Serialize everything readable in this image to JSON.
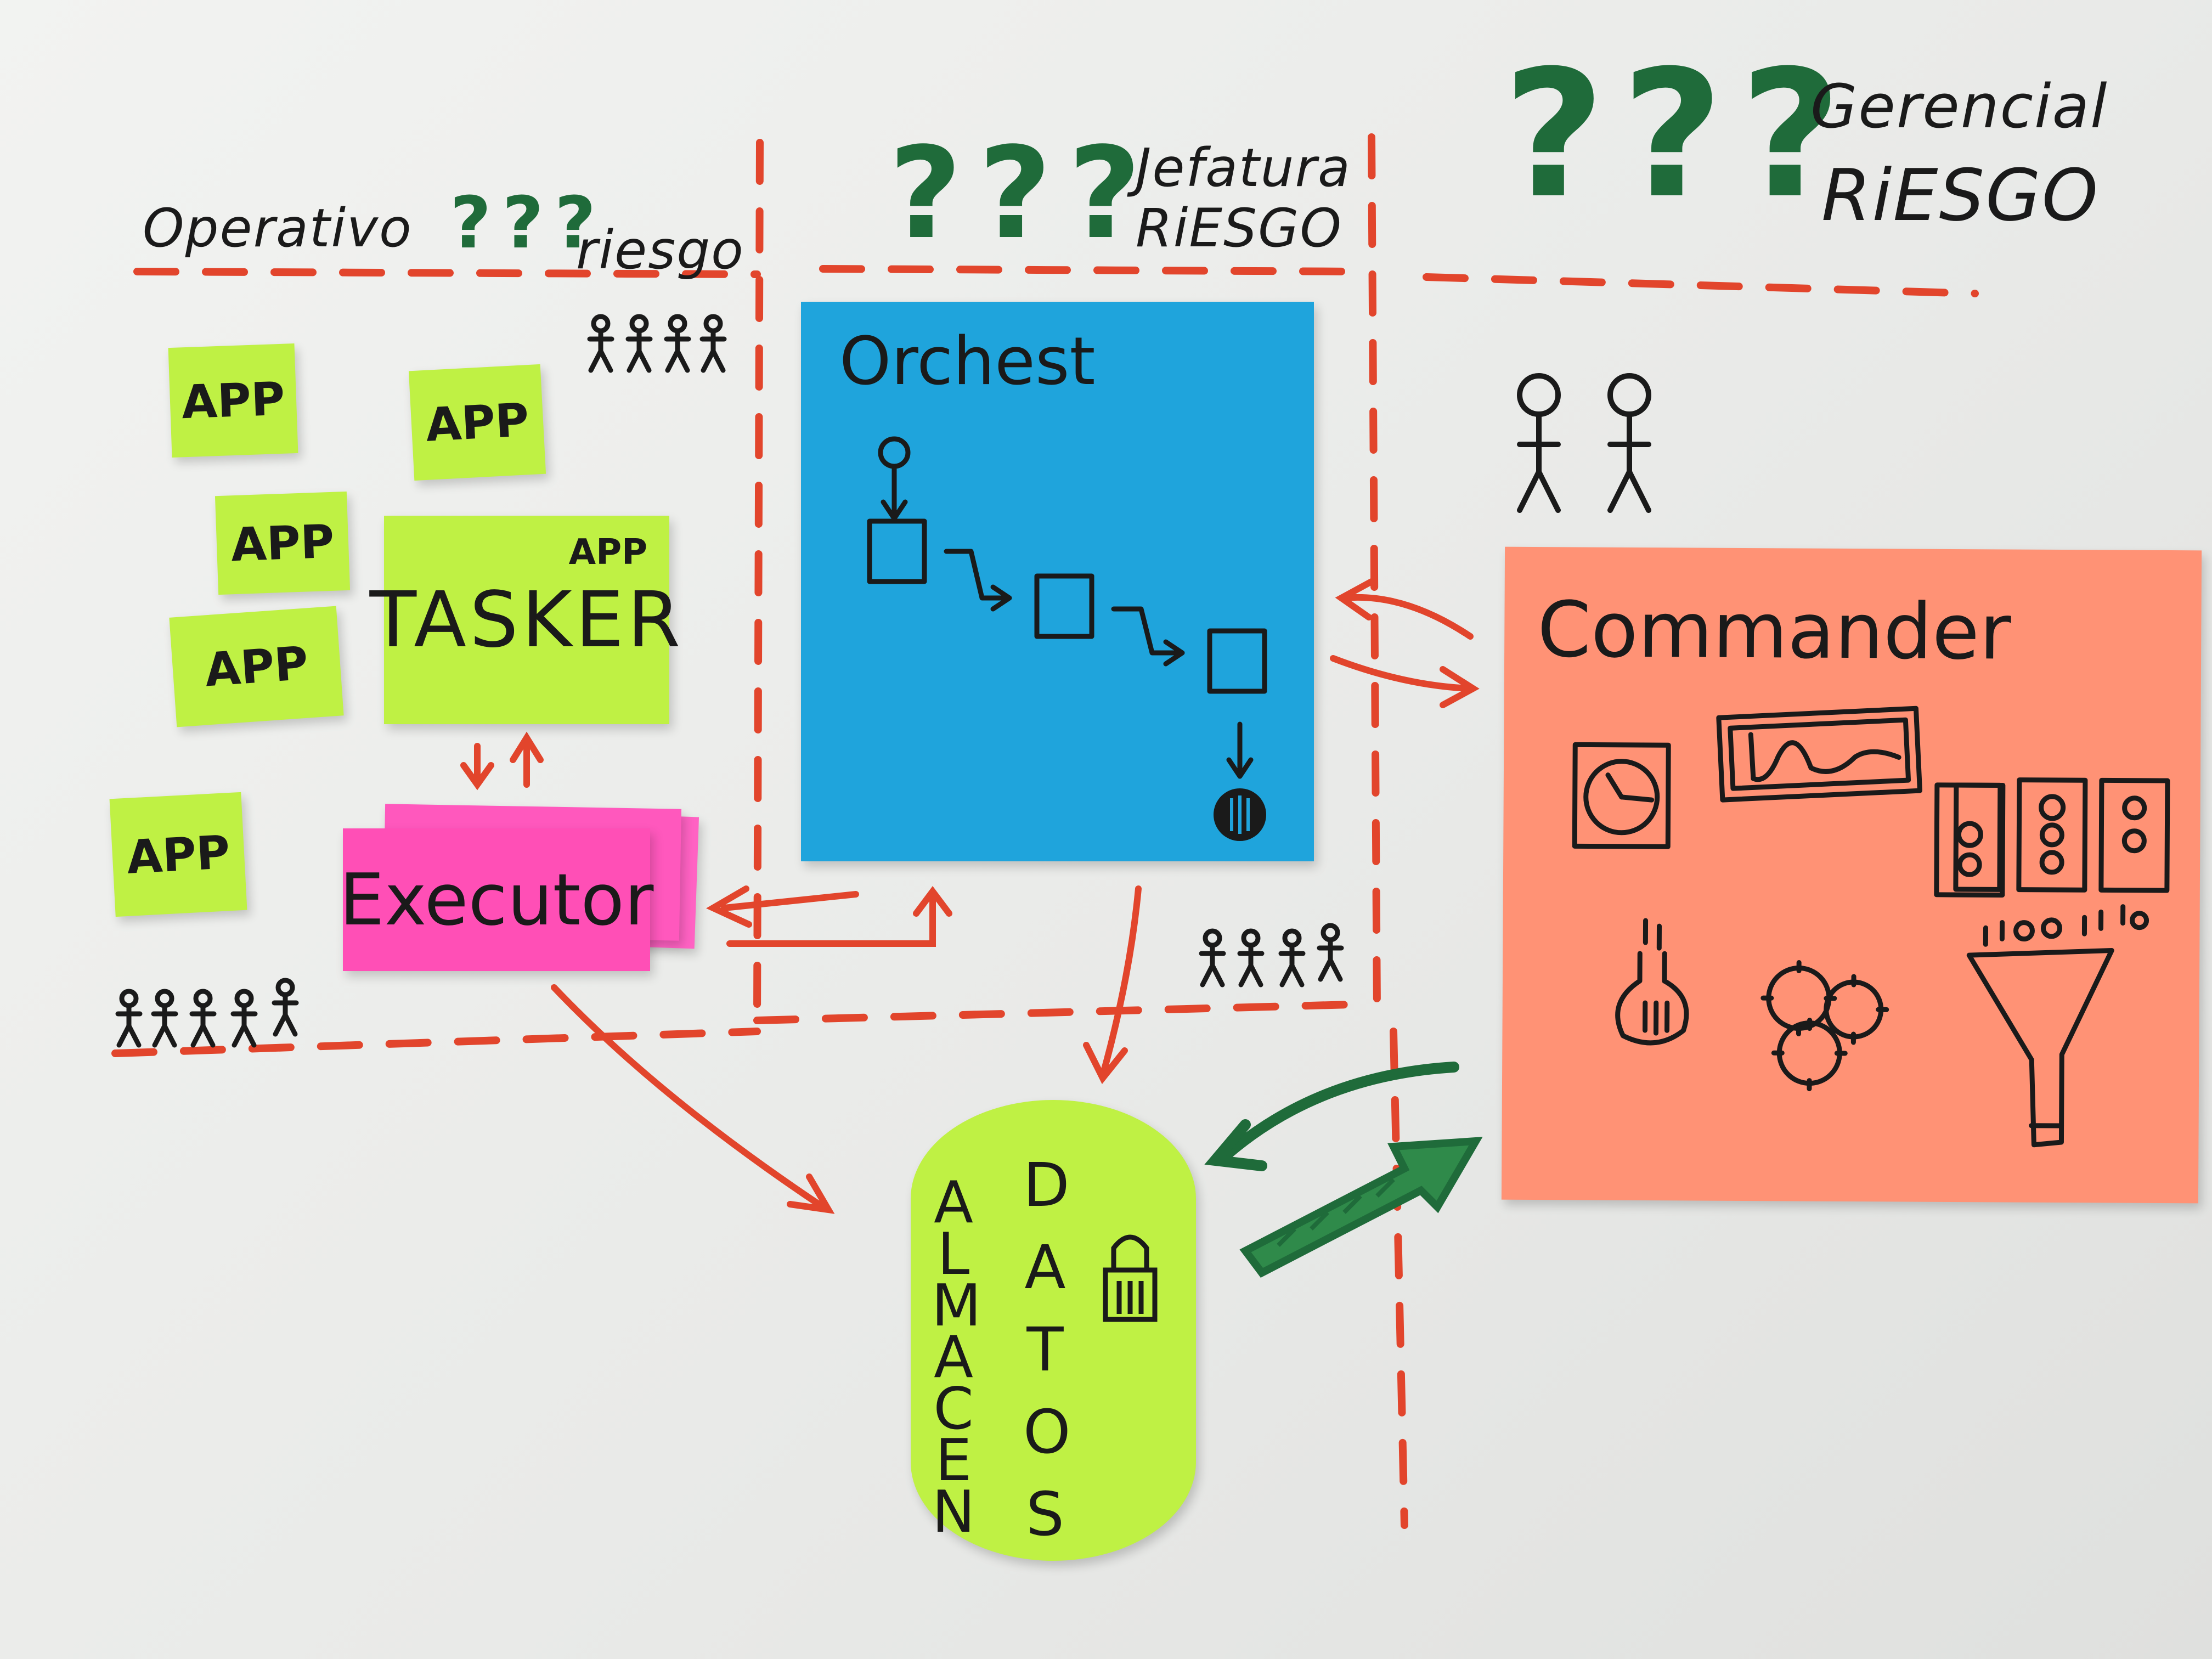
{
  "zones": {
    "operativo": {
      "label": "Operativo",
      "risk": "riesgo",
      "question": "???"
    },
    "jefatura": {
      "label_line1": "Jefatura",
      "label_line2": "RiESGO",
      "question": "???"
    },
    "gerencial": {
      "label_line1": "Gerencial",
      "label_line2": "RiESGO",
      "question": "???"
    }
  },
  "apps": {
    "app1": "APP",
    "app2": "APP",
    "app3": "APP",
    "app4": "APP",
    "app5": "APP"
  },
  "tasker": {
    "title": "TASKER",
    "badge": "APP"
  },
  "executor": {
    "title": "Executor"
  },
  "orchest": {
    "title": "Orchest",
    "steps": 3
  },
  "commander": {
    "title": "Commander"
  },
  "datastore": {
    "left_column": "ALMACEN",
    "right_column": "DATOS"
  },
  "colors": {
    "green_note": "#bff144",
    "pink_note": "#ff4fb6",
    "blue_note": "#1fa4dc",
    "salmon_note": "#ff9275",
    "dash_red": "#e2452c",
    "marker_green": "#1f6b3a",
    "ink": "#1a1a1a"
  },
  "icons": [
    "stick-figure-icon",
    "clock-icon",
    "line-chart-icon",
    "gauge-icon",
    "flask-icon",
    "gears-icon",
    "funnel-icon",
    "lock-icon"
  ]
}
